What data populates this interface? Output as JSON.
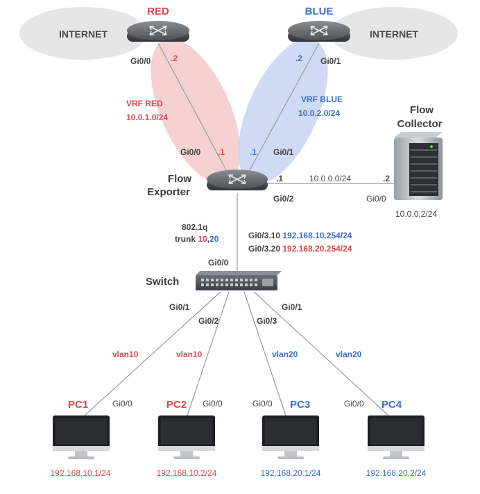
{
  "internet_red": {
    "label": "INTERNET"
  },
  "internet_blue": {
    "label": "INTERNET"
  },
  "router_red": {
    "name": "RED",
    "iface": "Gi0/0",
    "ip_suffix": ".2"
  },
  "router_blue": {
    "name": "BLUE",
    "iface": "Gi0/1",
    "ip_suffix": ".2"
  },
  "vrf_red": {
    "label": "VRF RED",
    "subnet": "10.0.1.0/24",
    "fe_iface": "Gi0/0",
    "fe_ip": ".1"
  },
  "vrf_blue": {
    "label": "VRF BLUE",
    "subnet": "10.0.2.0/24",
    "fe_iface": "Gi0/1",
    "fe_ip": ".1"
  },
  "flow_exporter": {
    "line1": "Flow",
    "line2": "Exporter",
    "ip_to_collector": ".1",
    "iface_to_collector": "Gi0/2"
  },
  "collector_link": {
    "subnet": "10.0.0.0/24"
  },
  "flow_collector": {
    "line1": "Flow",
    "line2": "Collector",
    "ip_suffix": ".2",
    "iface": "Gi0/0",
    "ip": "10.0.0.2/24"
  },
  "trunk": {
    "line1": "802.1q",
    "line2_prefix": "trunk ",
    "vlan_a": "10",
    "sep": ",",
    "vlan_b": "20",
    "sub1_iface": "Gi0/3.10",
    "sub1_ip": "192.168.10.254/24",
    "sub2_iface": "Gi0/3.20",
    "sub2_ip": "192.168.20.254/24",
    "switch_uplink": "Gi0/0"
  },
  "switch": {
    "label": "Switch",
    "port1": "Gi0/1",
    "port2": "Gi0/2",
    "port3": "Gi0/3",
    "port4": "Gi0/1"
  },
  "vlans": {
    "v1": "vlan10",
    "v2": "vlan10",
    "v3": "vlan20",
    "v4": "vlan20"
  },
  "pcs": [
    {
      "name": "PC1",
      "iface": "Gi0/0",
      "ip": "192.168.10.1/24"
    },
    {
      "name": "PC2",
      "iface": "Gi0/0",
      "ip": "192.168.10.2/24"
    },
    {
      "name": "PC3",
      "iface": "Gi0/0",
      "ip": "192.168.20.1/24"
    },
    {
      "name": "PC4",
      "iface": "Gi0/0",
      "ip": "192.168.20.2/24"
    }
  ],
  "colors": {
    "red": "#e0474c",
    "blue": "#3b6fd0",
    "cloud": "#e6e6e6",
    "line": "#9a9a9a"
  }
}
